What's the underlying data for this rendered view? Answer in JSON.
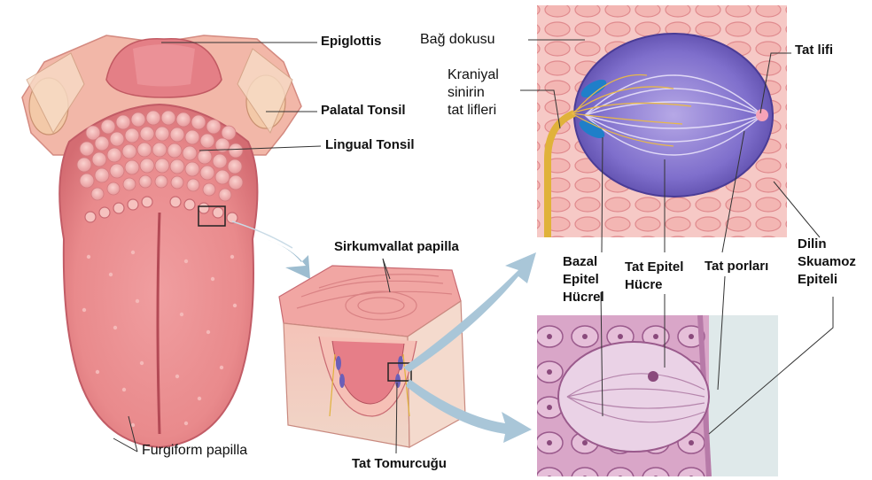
{
  "labels": {
    "epiglottis": "Epiglottis",
    "palatal_tonsil": "Palatal Tonsil",
    "lingual_tonsil": "Lingual Tonsil",
    "furgiform_papilla": "Furgiform papilla",
    "sirkumvallat_papilla": "Sirkumvallat papilla",
    "tat_tomurcugu": "Tat Tomurcuğu",
    "bag_dokusu": "Bağ dokusu",
    "kraniyal_sinir_lifleri": [
      "Kraniyal",
      "sinirin",
      "tat lifleri"
    ],
    "tat_lifi": "Tat lifi",
    "bazal_epitel_hucre": [
      "Bazal",
      "Epitel",
      "Hücrel"
    ],
    "tat_epitel_hucre": [
      "Tat Epitel",
      "Hücre"
    ],
    "tat_porlari": "Tat porları",
    "dilin_skuamoz_epiteli": [
      "Dilin",
      "Skuamoz",
      "Epiteli"
    ]
  },
  "colors": {
    "tongue": "#e98a8c",
    "tongue_dark": "#c95a62",
    "papilla": "#f2b5b1",
    "taste_bud": "#6b5fb8",
    "nerve": "#e0b23a",
    "histology": "#c98fb6",
    "arrow": "#9dbdd0"
  }
}
